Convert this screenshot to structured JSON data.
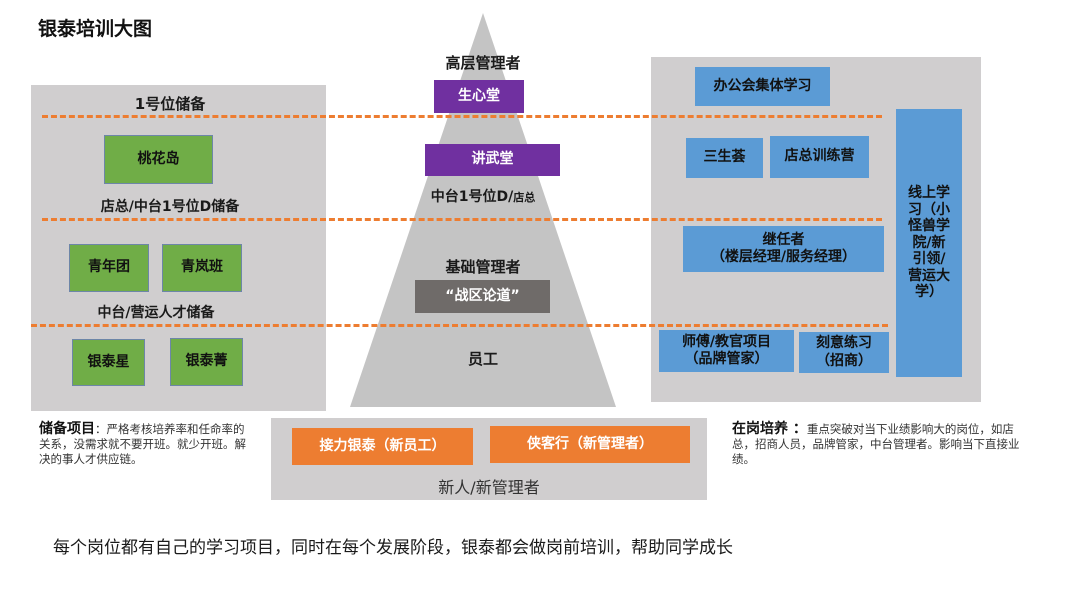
{
  "title": "银泰培训大图",
  "left_panel": {
    "header": "1号位储备",
    "tier1": {
      "boxes": [
        "桃花岛"
      ],
      "caption": "店总/中台1号位D储备"
    },
    "tier2": {
      "boxes": [
        "青年团",
        "青岚班"
      ],
      "caption": "中台/营运人才储备"
    },
    "tier3": {
      "boxes": [
        "银泰星",
        "银泰菁"
      ]
    }
  },
  "pyramid": {
    "levels": [
      {
        "label": "高层管理者",
        "program": "生心堂"
      },
      {
        "program": "讲武堂",
        "label": "中台1号位D/",
        "label_small": "店总"
      },
      {
        "label": "基础管理者",
        "program": "“战区论道”"
      },
      {
        "label": "员工"
      }
    ]
  },
  "right_panel": {
    "tier1": [
      "办公会集体学习"
    ],
    "tier2": [
      "三生荟",
      "店总训练营"
    ],
    "tier3": {
      "line1": "继任者",
      "line2": "（楼层经理/服务经理）"
    },
    "tier4": [
      {
        "line1": "师傅/教官项目",
        "line2": "（品牌管家）"
      },
      {
        "line1": "刻意练习",
        "line2": "（招商）"
      }
    ],
    "online": [
      "线上学",
      "习（小",
      "怪兽学",
      "院/新",
      "引领/",
      "营运大",
      "学）"
    ]
  },
  "bottom_panel": {
    "buttons": [
      "接力银泰（新员工）",
      "侠客行（新管理者）"
    ],
    "caption": "新人/新管理者"
  },
  "notes": {
    "left": {
      "heading": "储备项目",
      "text": "：严格考核培养率和任命率的关系，没需求就不要开班。就少开班。解决的事人才供应链。"
    },
    "right": {
      "heading": "在岗培养 ：",
      "text": "重点突破对当下业绩影响大的岗位，如店总，招商人员，品牌管家，中台管理者。影响当下直接业绩。"
    }
  },
  "footer": "每个岗位都有自己的学习项目，同时在每个发展阶段，银泰都会做岗前培训，帮助同学成长",
  "colors": {
    "panel": "#d0cecf",
    "pyramid": "#c4c4c4",
    "green": "#70ad47",
    "purple": "#7030a0",
    "blue": "#5b9bd5",
    "orange": "#ed7d31",
    "dark_gray": "#6f6b69"
  }
}
